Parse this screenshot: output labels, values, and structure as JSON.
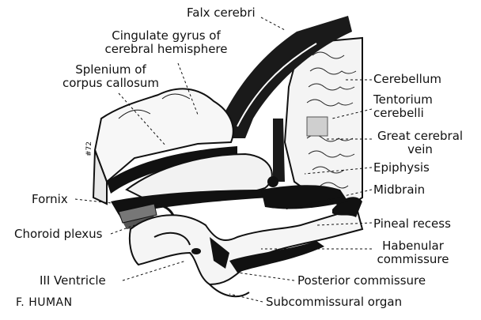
{
  "figure_tag": "F. HUMAN",
  "labels": {
    "falx": "Falx cerebri",
    "cingulate": "Cingulate gyrus of\ncerebral hemisphere",
    "splenium": "Splenium of\ncorpus callosum",
    "fornix": "Fornix",
    "choroid": "Choroid plexus",
    "ventricle": "III Ventricle",
    "cerebellum": "Cerebellum",
    "tentorium": "Tentorium\ncerebelli",
    "great_vein": "Great cerebral\nvein",
    "epiphysis": "Epiphysis",
    "midbrain": "Midbrain",
    "pineal_recess": "Pineal recess",
    "habenular": "Habenular\ncommissure",
    "posterior": "Posterior commissure",
    "subcommissural": "Subcommissural organ"
  },
  "side_mark": "#72"
}
